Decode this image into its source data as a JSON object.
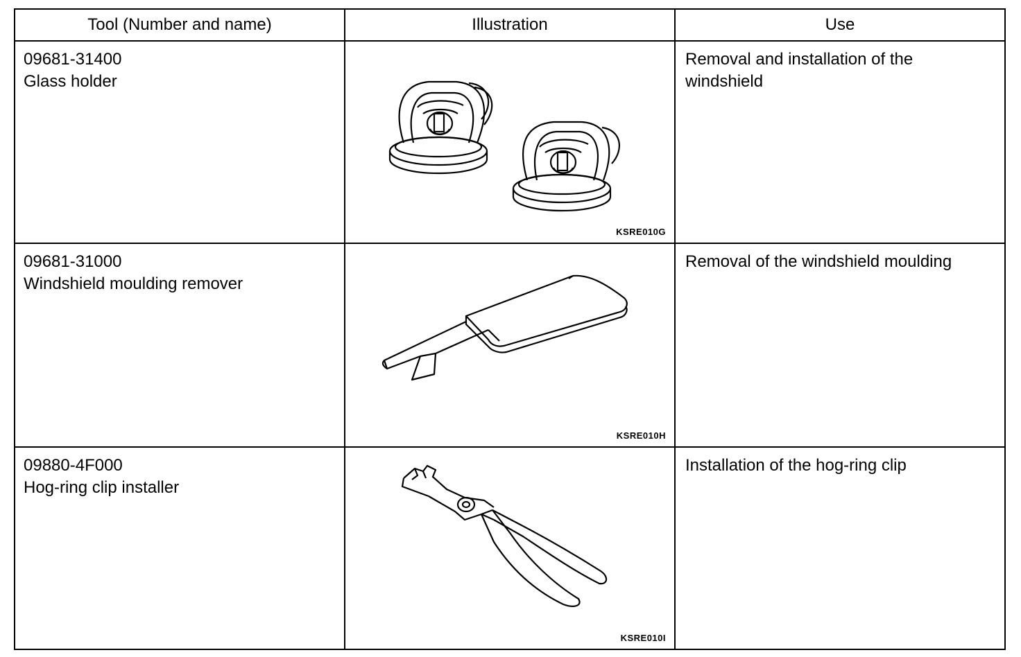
{
  "table": {
    "headers": {
      "tool": "Tool (Number and name)",
      "illustration": "Illustration",
      "use": "Use"
    },
    "rows": [
      {
        "number": "09681-31400",
        "name": "Glass holder",
        "illustration_code": "KSRE010G",
        "illustration_icon": "suction-cup-glass-holder",
        "use": "Removal and installation of the windshield"
      },
      {
        "number": "09681-31000",
        "name": "Windshield moulding remover",
        "illustration_code": "KSRE010H",
        "illustration_icon": "moulding-remover-tool",
        "use": "Removal of the windshield moulding"
      },
      {
        "number": "09880-4F000",
        "name": "Hog-ring clip installer",
        "illustration_code": "KSRE010I",
        "illustration_icon": "hog-ring-pliers",
        "use": "Installation of the hog-ring clip"
      }
    ]
  }
}
